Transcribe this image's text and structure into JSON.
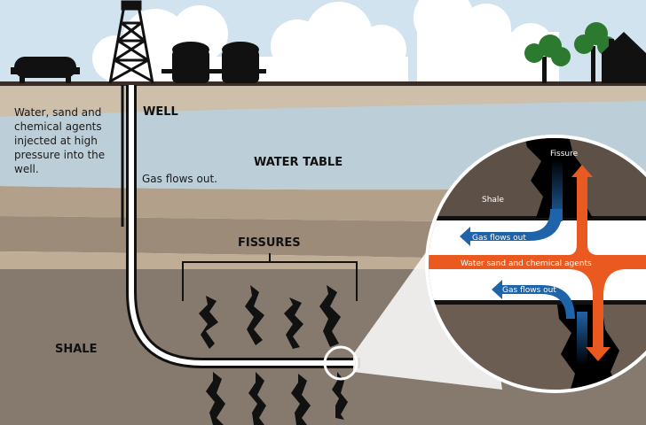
{
  "labels": {
    "well": "WELL",
    "water_table": "WATER TABLE",
    "fissures": "FISSURES",
    "shale": "SHALE",
    "injection_note": [
      "Water, sand and",
      "chemical agents",
      "injected at high",
      "pressure into the",
      "well."
    ],
    "gas_flows_out": "Gas flows out."
  },
  "inset": {
    "fissure": "Fissure",
    "shale": "Shale",
    "gas_top": "Gas flows out",
    "water_agents": "Water sand and chemical agents",
    "gas_bottom": "Gas flows out"
  },
  "colors": {
    "sky": "#d2e3f0",
    "ground_line": "#3a2f28",
    "water_band": "#bccfd9",
    "shale": "#857a6d",
    "flow_blue": "#1f63a8",
    "flow_orange": "#ea5a20"
  }
}
